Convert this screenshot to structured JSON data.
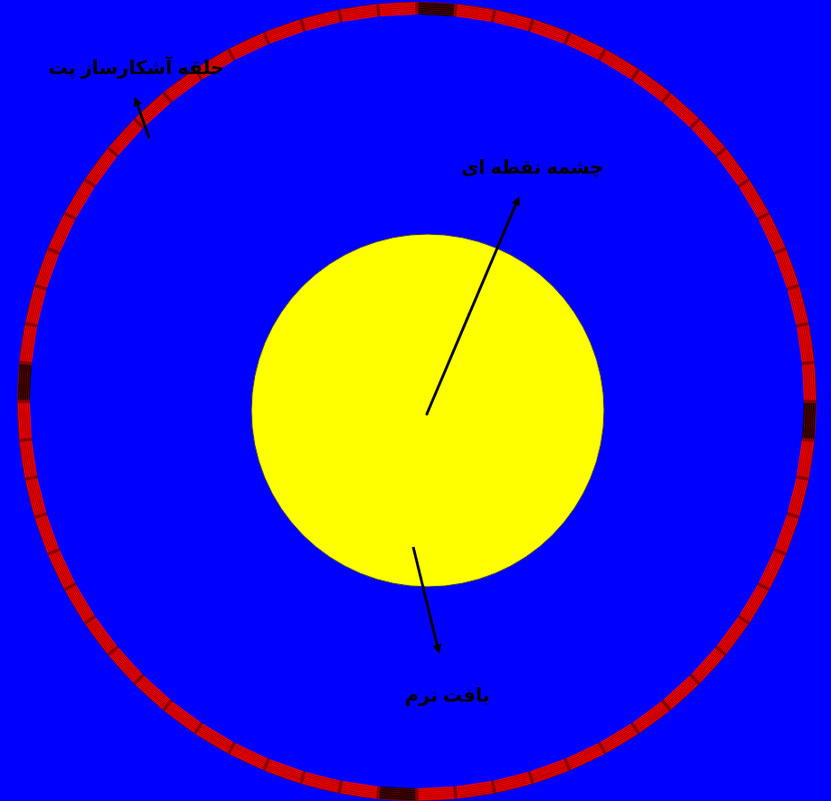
{
  "diagram": {
    "labels": [
      "حلقه آشکارساز پت",
      "چشمه نقطه ای",
      "بافت نرم"
    ]
  }
}
